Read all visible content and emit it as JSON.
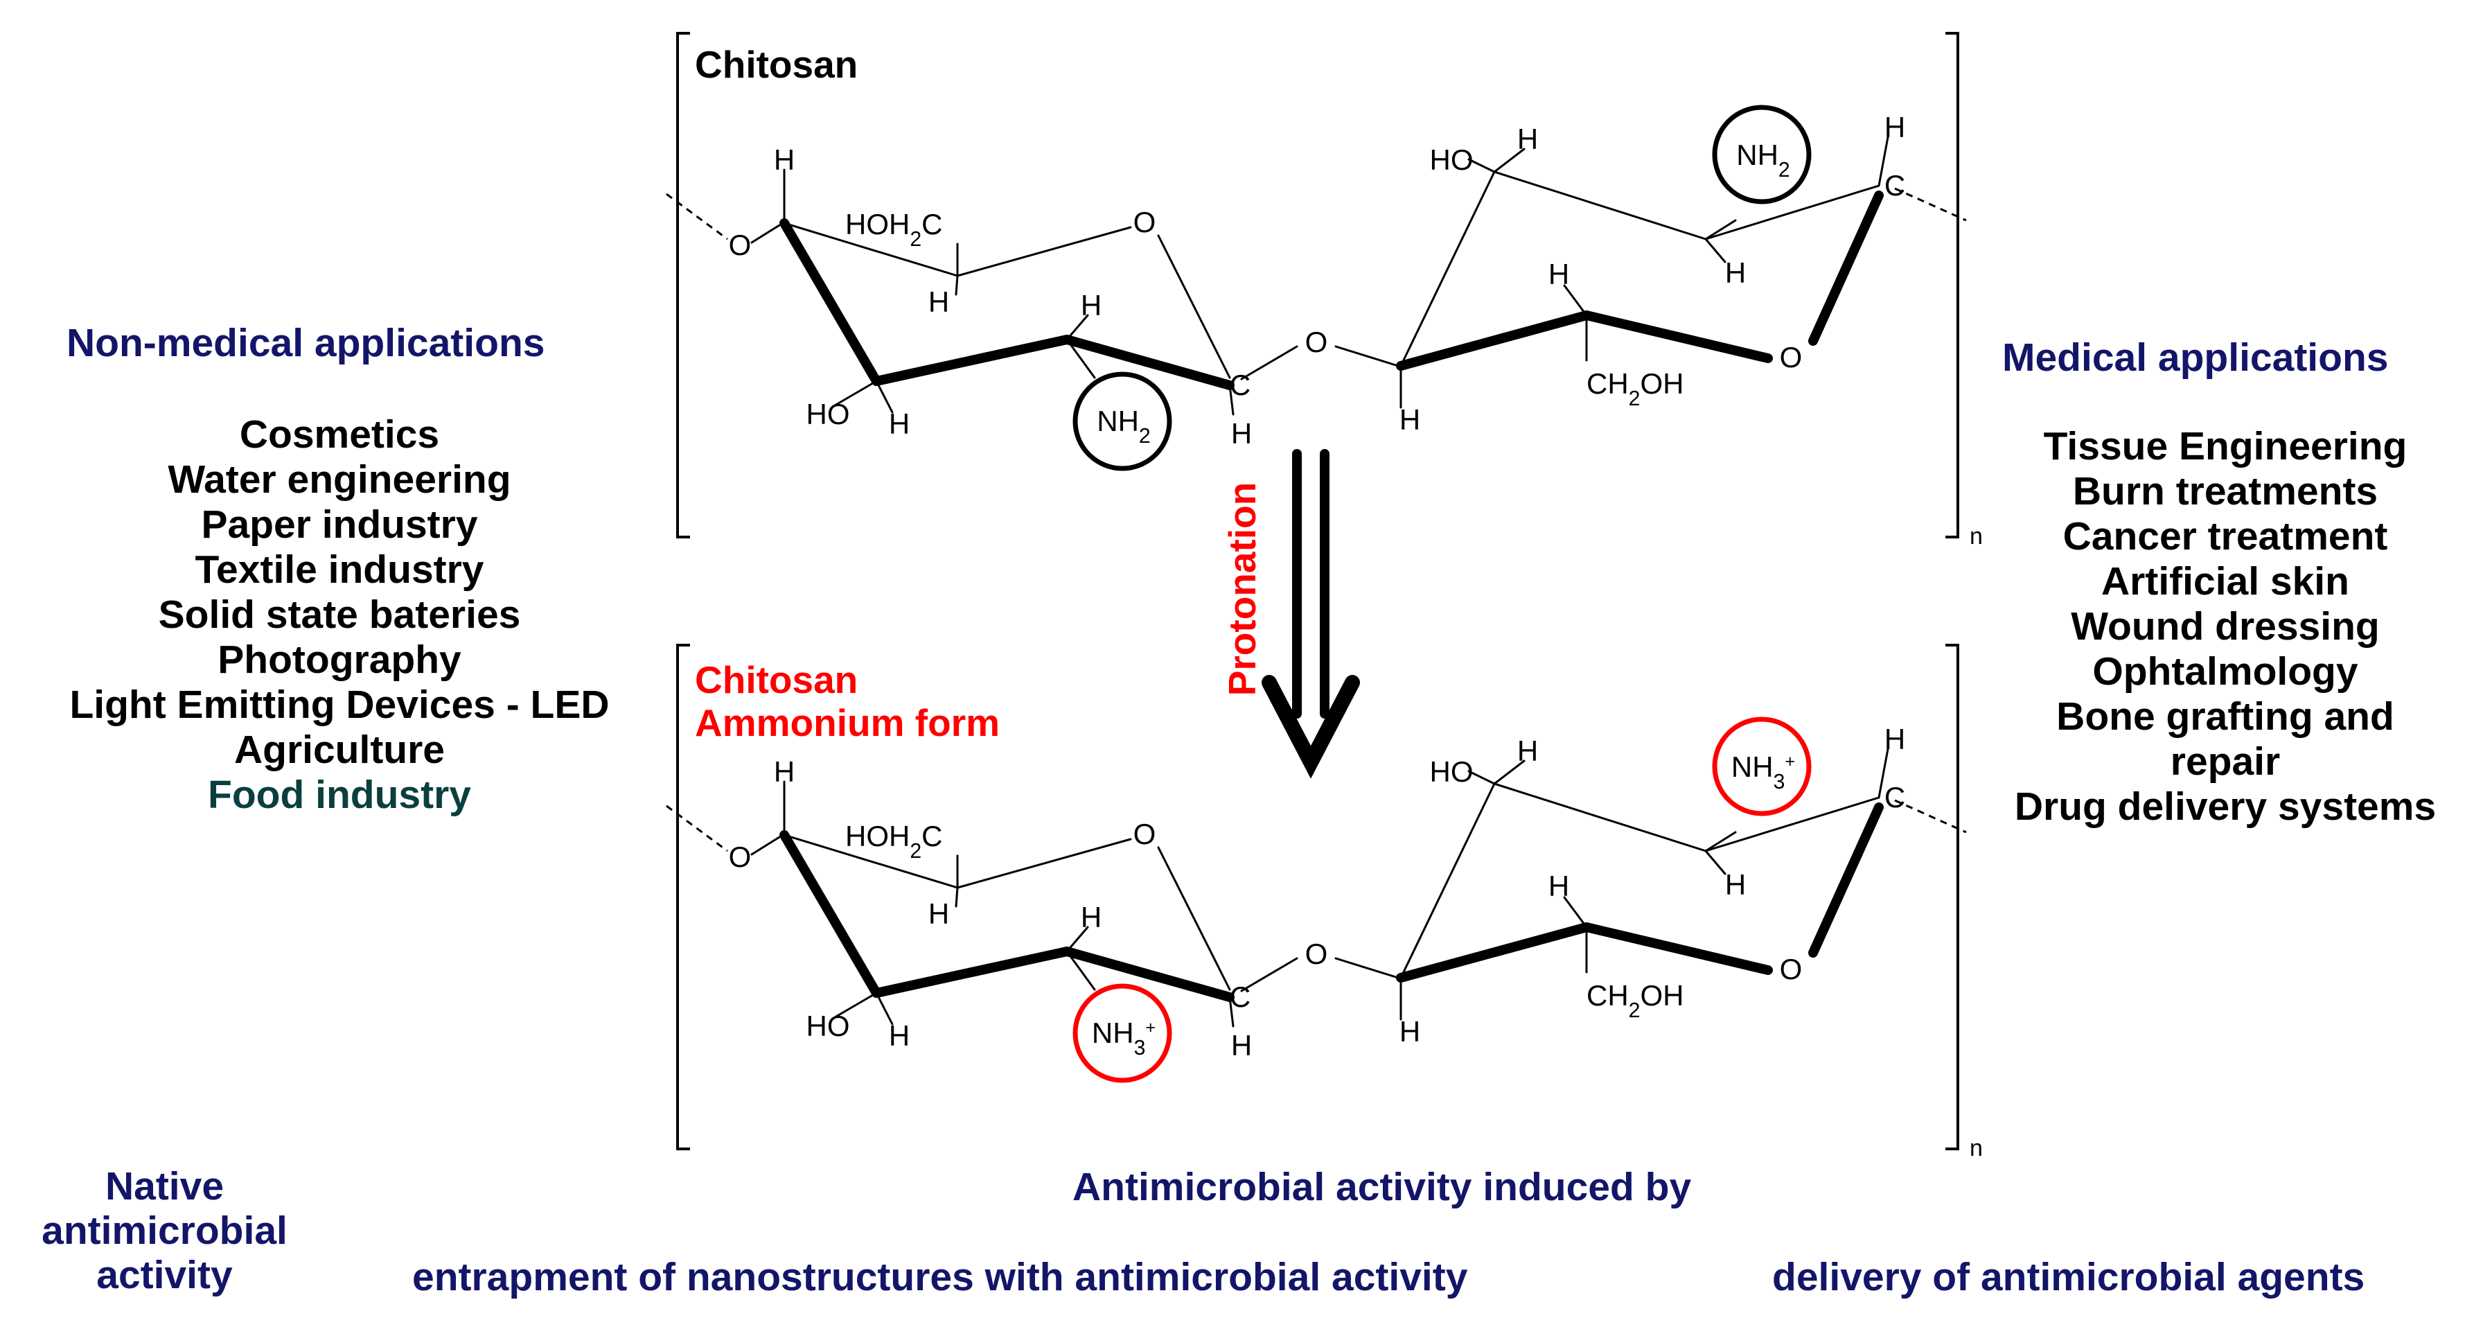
{
  "colors": {
    "navy": "#131668",
    "red": "#ff0000",
    "teal": "#0b3f3f",
    "black": "#000000"
  },
  "left": {
    "title": "Non-medical applications",
    "items": [
      "Cosmetics",
      "Water engineering",
      "Paper industry",
      "Textile industry",
      "Solid state bateries",
      "Photography",
      "Light Emitting Devices - LED",
      "Agriculture"
    ],
    "highlight_item": "Food industry"
  },
  "right": {
    "title": "Medical applications",
    "items": [
      "Tissue Engineering",
      "Burn treatments",
      "Cancer treatment",
      "Artificial skin",
      "Wound dressing",
      "Ophtalmology",
      "Bone grafting and",
      "repair",
      "Drug delivery systems"
    ]
  },
  "structures": {
    "top_label": "Chitosan",
    "bottom_label_line1": "Chitosan",
    "bottom_label_line2": "Ammonium form",
    "arrow_label": "Protonation",
    "subscript_n": "n",
    "atoms": {
      "H": "H",
      "O": "O",
      "C": "C",
      "HO": "HO",
      "HOH": "HOH",
      "CH": "CH",
      "OH": "OH",
      "NH": "NH",
      "sub2": "2",
      "sub3": "3",
      "plus": "+"
    }
  },
  "bottom": {
    "native_line1": "Native",
    "native_line2": "antimicrobial",
    "native_line3": "activity",
    "induced_title": "Antimicrobial activity induced by",
    "entrapment": "entrapment of nanostructures with antimicrobial activity",
    "delivery": "delivery of antimicrobial agents"
  }
}
